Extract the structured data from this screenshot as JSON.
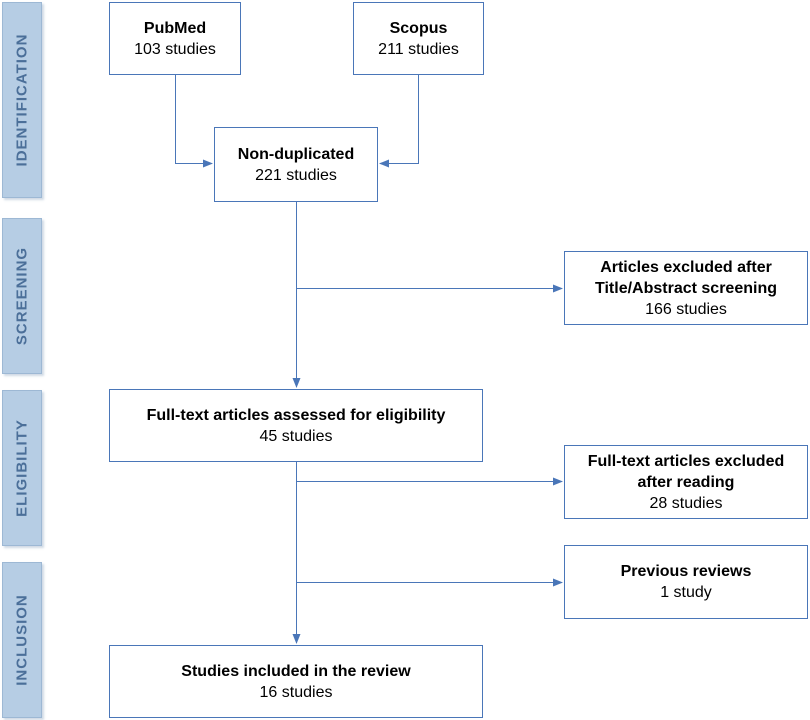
{
  "phases": {
    "identification": "IDENTIFICATION",
    "screening": "SCREENING",
    "eligibility": "ELIGIBILITY",
    "inclusion": "INCLUSION"
  },
  "boxes": {
    "pubmed": {
      "title": "PubMed",
      "count": "103 studies"
    },
    "scopus": {
      "title": "Scopus",
      "count": "211 studies"
    },
    "non_duplicated": {
      "title": "Non-duplicated",
      "count": "221 studies"
    },
    "excluded_screening": {
      "title_line1": "Articles excluded after",
      "title_line2": "Title/Abstract screening",
      "count": "166 studies"
    },
    "full_text_assessed": {
      "title": "Full-text articles assessed for eligibility",
      "count": "45 studies"
    },
    "excluded_reading": {
      "title_line1": "Full-text articles excluded",
      "title_line2": "after reading",
      "count": "28 studies"
    },
    "previous_reviews": {
      "title": "Previous reviews",
      "count": "1 study"
    },
    "included": {
      "title": "Studies included in the review",
      "count": "16 studies"
    }
  },
  "colors": {
    "connector": "#4a76b8",
    "box_border": "#4a76b8",
    "phase_fill": "#b6cde4",
    "phase_text": "#4b6f99"
  }
}
